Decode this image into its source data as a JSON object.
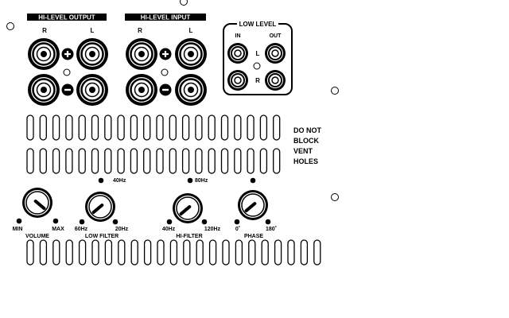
{
  "hi_output": {
    "title": "HI-LEVEL OUTPUT",
    "label_r": "R",
    "label_l": "L"
  },
  "hi_input": {
    "title": "HI-LEVEL INPUT",
    "label_r": "R",
    "label_l": "L"
  },
  "low_level": {
    "title": "LOW LEVEL",
    "label_in": "IN",
    "label_out": "OUT",
    "label_l": "L",
    "label_r": "R"
  },
  "notice": {
    "line1": "DO NOT",
    "line2": "BLOCK",
    "line3": "VENT",
    "line4": "HOLES"
  },
  "volume": {
    "title": "VOLUME",
    "min": "MIN",
    "max": "MAX"
  },
  "low_filter": {
    "title": "LOW FILTER",
    "min": "60Hz",
    "max": "20Hz",
    "top": "40Hz"
  },
  "hi_filter": {
    "title": "HI-FILTER",
    "min": "40Hz",
    "max": "120Hz",
    "top": "80Hz"
  },
  "phase": {
    "title": "PHASE",
    "min": "0˚",
    "max": "180˚"
  },
  "icons": {
    "plus": "plus-icon",
    "minus": "minus-icon",
    "mount": "mounting-hole-icon"
  }
}
